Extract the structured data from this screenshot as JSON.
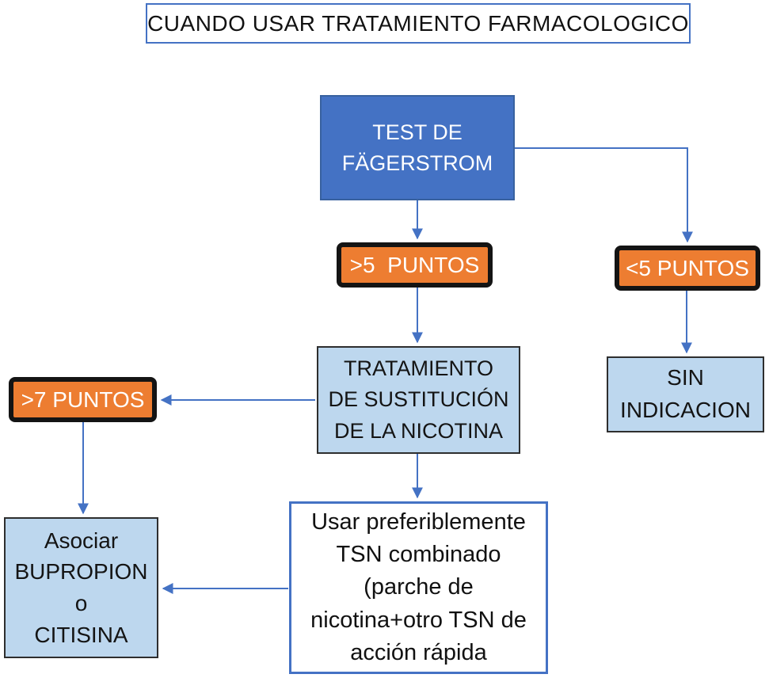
{
  "title": "CUANDO USAR TRATAMIENTO FARMACOLOGICO",
  "colors": {
    "accent_blue": "#4472C4",
    "dark_blue_fill": "#4472C4",
    "light_blue_fill": "#BDD7EE",
    "orange_fill": "#ED7D31",
    "black_border": "#141414",
    "white_text": "#FFFFFF"
  },
  "nodes": {
    "test_fagerstrom": "TEST DE\nFÄGERSTROM",
    "gt5_puntos": ">5  PUNTOS",
    "lt5_puntos": "<5 PUNTOS",
    "tratamiento_tsn": "TRATAMIENTO\nDE SUSTITUCIÓN\nDE LA NICOTINA",
    "sin_indicacion": "SIN\nINDICACION",
    "gt7_puntos": ">7 PUNTOS",
    "usar_tsn": "Usar preferiblemente\nTSN combinado\n(parche de\nnicotina+otro TSN de\nacción rápida",
    "asociar_bupropion": "Asociar\nBUPROPION\no\nCITISINA"
  }
}
